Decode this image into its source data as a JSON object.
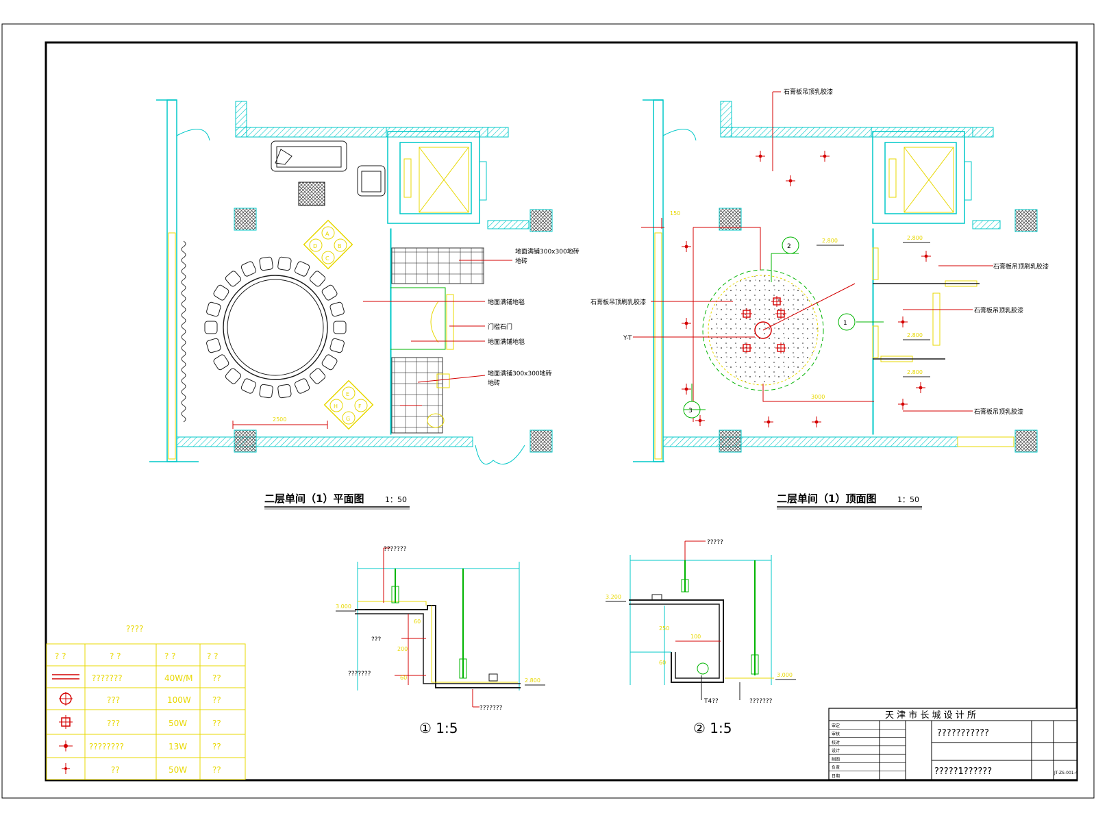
{
  "drawings": {
    "plan_title": "二层单间（1）平面图",
    "plan_scale": "1：50",
    "ceiling_title": "二层单间（1）顶面图",
    "ceiling_scale": "1：50",
    "detail1_title": "① 1:5",
    "detail2_title": "② 1:5"
  },
  "plan_notes": {
    "note1": "地面满铺300x300地砖",
    "note2": "地面满铺地毯",
    "note3": "门槛石门",
    "note4": "地面满铺地毯",
    "note5": "地面满铺300x300地砖",
    "dim_2500": "2500",
    "seat_labels": [
      "A",
      "B",
      "C",
      "D",
      "E",
      "F",
      "G",
      "H"
    ]
  },
  "ceiling_notes": {
    "note_top": "石膏板吊顶乳胶漆",
    "note_left": "石膏板吊顶刷乳胶漆",
    "note_yt": "Y-T",
    "note_r1": "石膏板吊顶刷乳胶漆",
    "note_r2": "石膏板吊顶乳胶漆",
    "note_r3": "石膏板吊顶乳胶漆",
    "dim_3000": "3000",
    "dim_150": "150",
    "level_1": "2.800",
    "level_2": "2.800",
    "level_3": "2.800",
    "level_4": "2.800",
    "callout_1": "1",
    "callout_2": "2",
    "callout_3": "3"
  },
  "detail_notes": {
    "d1_top": "???????",
    "d1_mid": "???",
    "d1_left": "???????",
    "d1_bottom": "???????",
    "d1_level_a": "3.000",
    "d1_level_b": "2.800",
    "d1_dim_a": "200",
    "d1_dim_b": "60",
    "d1_dim_c": "60",
    "d2_top": "?????",
    "d2_t4": "T4??",
    "d2_bottom": "???????",
    "d2_level_a": "3.200",
    "d2_level_b": "3.000",
    "d2_dim_a": "100",
    "d2_dim_b": "250",
    "d2_dim_c": "60"
  },
  "legend": {
    "title": "????",
    "headers": [
      "?  ?",
      "?  ?",
      "?  ?",
      "?  ?"
    ],
    "rows": [
      {
        "icon": "fluorescent-line-icon",
        "name": "???????",
        "power": "40W/M",
        "qty": "??"
      },
      {
        "icon": "circle-cross-light-icon",
        "name": "???",
        "power": "100W",
        "qty": "??"
      },
      {
        "icon": "square-cross-light-icon",
        "name": "???",
        "power": "50W",
        "qty": "??"
      },
      {
        "icon": "spot-downlight-icon",
        "name": "????????",
        "power": "13W",
        "qty": "??"
      },
      {
        "icon": "small-spotlight-icon",
        "name": "??",
        "power": "50W",
        "qty": "??"
      }
    ]
  },
  "title_block": {
    "company": "天 津 市 长 城 设 计 所",
    "project": "???????????",
    "drawing": "?????1??????",
    "number": "JT-ZS-001-4",
    "labels": [
      "审定",
      "审核",
      "校对",
      "设计",
      "制图",
      "负责",
      "日期"
    ]
  },
  "colors": {
    "wall": "#00c8c8",
    "furniture": "#1a1a1a",
    "fixture": "#e8d800",
    "light": "#d40000",
    "leader": "#d40000",
    "green": "#00b400",
    "frame": "#000000"
  }
}
